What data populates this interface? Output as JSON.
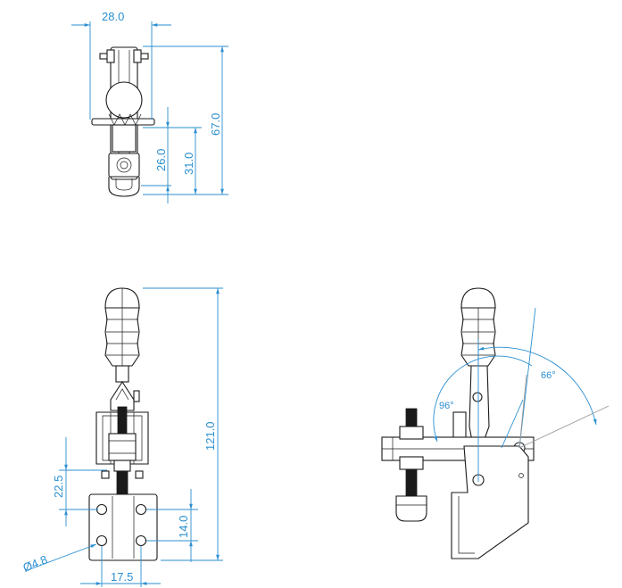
{
  "colors": {
    "line": "#1a1a1a",
    "dimension": "#2b8fd1",
    "background": "#ffffff"
  },
  "top_view": {
    "width_label": "28.0",
    "height_total_label": "67.0",
    "height_mid_label": "31.0",
    "height_small_label": "26.0"
  },
  "front_view": {
    "height_label": "121.0",
    "offset_label": "22.5",
    "hole_spacing_v_label": "14.0",
    "hole_spacing_h_label": "17.5",
    "hole_diameter_label": "Ø4.8"
  },
  "side_view": {
    "open_angle_label": "96°",
    "handle_angle_label": "66°"
  }
}
